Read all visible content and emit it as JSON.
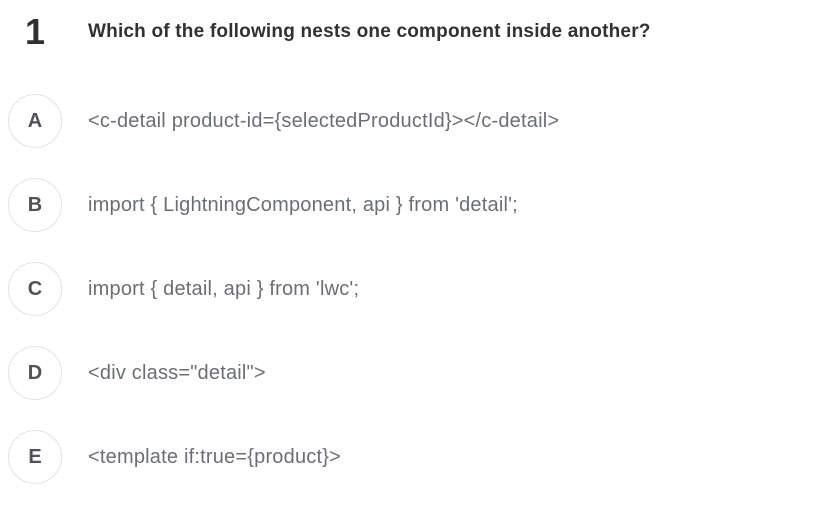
{
  "question": {
    "number": "1",
    "text": "Which of the following nests one component inside another?"
  },
  "options": [
    {
      "letter": "A",
      "text": "<c-detail product-id={selectedProductId}></c-detail>"
    },
    {
      "letter": "B",
      "text": "import { LightningComponent, api } from 'detail';"
    },
    {
      "letter": "C",
      "text": "import { detail, api } from 'lwc';"
    },
    {
      "letter": "D",
      "text": "<div class=\"detail\">"
    },
    {
      "letter": "E",
      "text": "<template if:true={product}>"
    }
  ],
  "colors": {
    "background": "#ffffff",
    "question_text": "#33312f",
    "option_text": "#6b6e74",
    "badge_letter": "#505257",
    "badge_border": "#e3e3e3"
  }
}
